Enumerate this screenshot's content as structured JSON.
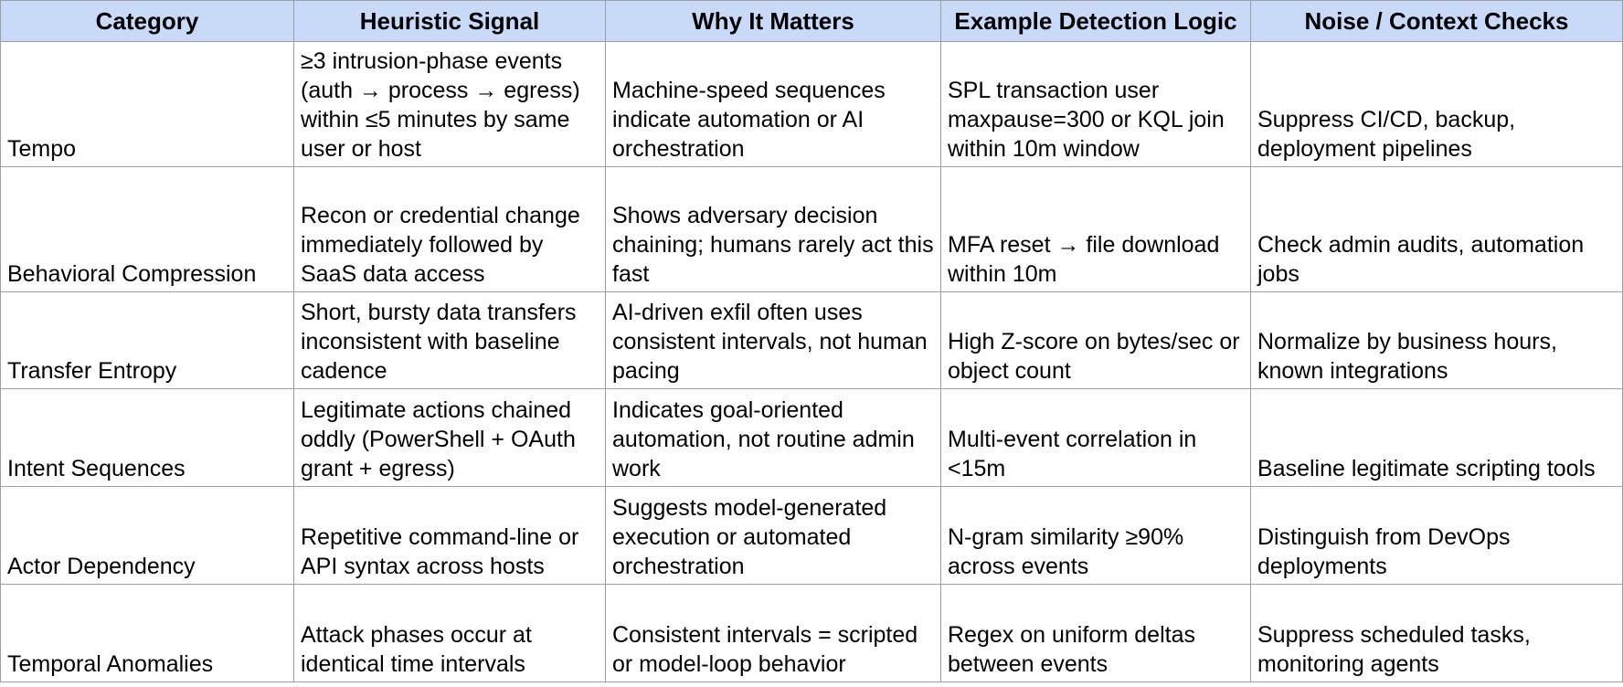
{
  "table": {
    "headers": [
      "Category",
      "Heuristic Signal",
      "Why It Matters",
      "Example Detection Logic",
      "Noise / Context Checks"
    ],
    "rows": [
      [
        "Tempo",
        "≥3 intrusion-phase events (auth → process → egress) within ≤5 minutes by same user or host",
        "Machine-speed sequences indicate automation or AI orchestration",
        "SPL transaction user maxpause=300 or KQL join within 10m window",
        "Suppress CI/CD, backup, deployment pipelines"
      ],
      [
        "Behavioral Compression",
        "Recon or credential change immediately followed by SaaS data access",
        "Shows adversary decision chaining; humans rarely act this fast",
        "MFA reset → file download within 10m",
        "Check admin audits, automation jobs"
      ],
      [
        "Transfer Entropy",
        "Short, bursty data transfers inconsistent with baseline cadence",
        "AI-driven exfil often uses consistent intervals, not human pacing",
        "High Z-score on bytes/sec or object count",
        "Normalize by business hours, known integrations"
      ],
      [
        "Intent Sequences",
        "Legitimate actions chained oddly (PowerShell + OAuth grant + egress)",
        "Indicates goal-oriented automation, not routine admin work",
        "Multi-event correlation in <15m",
        "Baseline legitimate scripting tools"
      ],
      [
        "Actor Dependency",
        "Repetitive command-line or API syntax across hosts",
        "Suggests model-generated execution or automated orchestration",
        "N-gram similarity ≥90% across events",
        "Distinguish from DevOps deployments"
      ],
      [
        "Temporal Anomalies",
        "Attack phases occur at identical time intervals",
        "Consistent intervals = scripted or model-loop behavior",
        "Regex on uniform deltas between events",
        "Suppress scheduled tasks, monitoring agents"
      ]
    ]
  },
  "colors": {
    "header_bg": "#c9daf8",
    "border": "#9e9e9e",
    "text": "#000000"
  }
}
